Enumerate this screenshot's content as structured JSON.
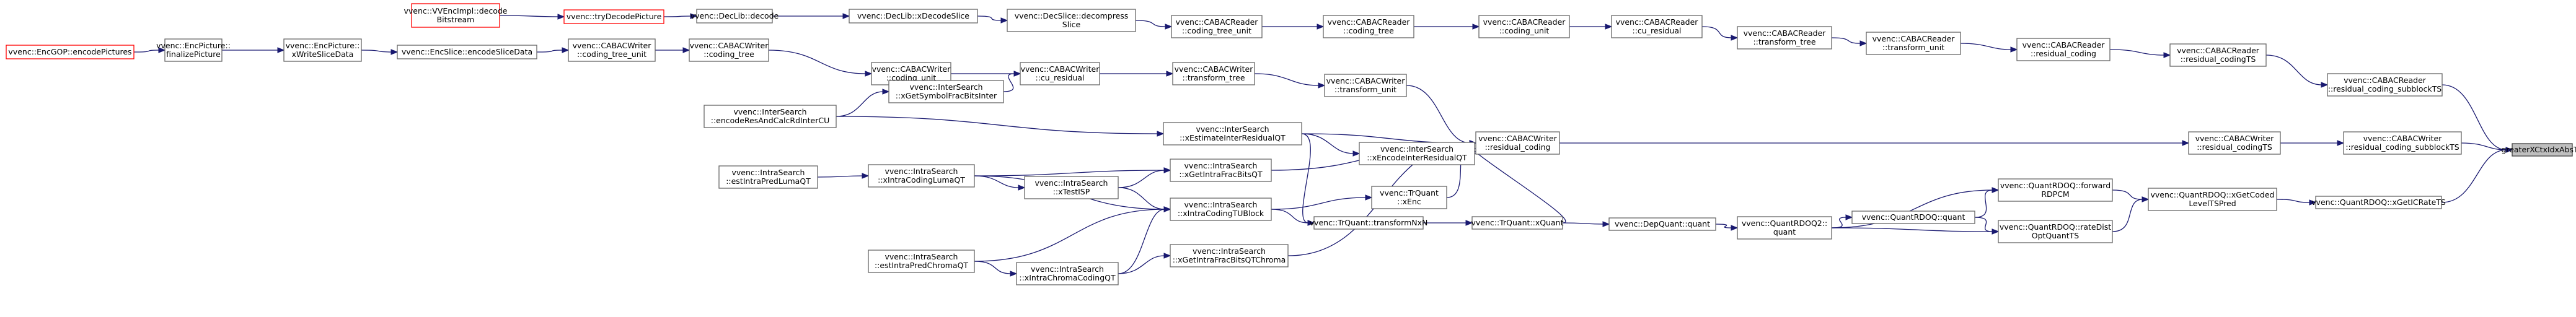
{
  "graph": {
    "nodes": {
      "n1": {
        "lines": [
          "vvenc::EncGOP::encodePictures"
        ],
        "style": "red"
      },
      "n2": {
        "lines": [
          "vvenc::EncPicture::",
          "finalizePicture"
        ],
        "style": "normal"
      },
      "n3": {
        "lines": [
          "vvenc::EncPicture::",
          "xWriteSliceData"
        ],
        "style": "normal"
      },
      "n4": {
        "lines": [
          "vvenc::EncSlice::encodeSliceData"
        ],
        "style": "normal"
      },
      "n5": {
        "lines": [
          "vvenc::CABACWriter",
          "::coding_tree_unit"
        ],
        "style": "normal"
      },
      "n6": {
        "lines": [
          "vvenc::CABACWriter",
          "::coding_tree"
        ],
        "style": "normal"
      },
      "n7": {
        "lines": [
          "vvenc::CABACWriter",
          "::coding_unit"
        ],
        "style": "normal"
      },
      "n8": {
        "lines": [
          "vvenc::CABACWriter",
          "::cu_residual"
        ],
        "style": "normal"
      },
      "n9": {
        "lines": [
          "vvenc::CABACWriter",
          "::transform_tree"
        ],
        "style": "normal"
      },
      "n10": {
        "lines": [
          "vvenc::CABACWriter",
          "::transform_unit"
        ],
        "style": "normal"
      },
      "n11": {
        "lines": [
          "vvenc::CABACWriter",
          "::residual_coding"
        ],
        "style": "normal"
      },
      "n12": {
        "lines": [
          "vvenc::CABACWriter",
          "::residual_codingTS"
        ],
        "style": "normal"
      },
      "n13": {
        "lines": [
          "vvenc::CABACWriter",
          "::residual_coding_subblockTS"
        ],
        "style": "normal"
      },
      "n14": {
        "lines": [
          "greaterXCtxIdxAbsTS"
        ],
        "style": "focus"
      },
      "n15": {
        "lines": [
          "vvenc::VVEncImpl::decode",
          "Bitstream"
        ],
        "style": "red"
      },
      "n16": {
        "lines": [
          "vvenc::tryDecodePicture"
        ],
        "style": "red"
      },
      "n17": {
        "lines": [
          "vvenc::DecLib::decode"
        ],
        "style": "normal"
      },
      "n18": {
        "lines": [
          "vvenc::DecLib::xDecodeSlice"
        ],
        "style": "normal"
      },
      "n19": {
        "lines": [
          "vvenc::DecSlice::decompress",
          "Slice"
        ],
        "style": "normal"
      },
      "n20": {
        "lines": [
          "vvenc::CABACReader",
          "::coding_tree_unit"
        ],
        "style": "normal"
      },
      "n21": {
        "lines": [
          "vvenc::CABACReader",
          "::coding_tree"
        ],
        "style": "normal"
      },
      "n22": {
        "lines": [
          "vvenc::CABACReader",
          "::coding_unit"
        ],
        "style": "normal"
      },
      "n23": {
        "lines": [
          "vvenc::CABACReader",
          "::cu_residual"
        ],
        "style": "normal"
      },
      "n24": {
        "lines": [
          "vvenc::CABACReader",
          "::transform_tree"
        ],
        "style": "normal"
      },
      "n25": {
        "lines": [
          "vvenc::CABACReader",
          "::transform_unit"
        ],
        "style": "normal"
      },
      "n26": {
        "lines": [
          "vvenc::CABACReader",
          "::residual_coding"
        ],
        "style": "normal"
      },
      "n27": {
        "lines": [
          "vvenc::CABACReader",
          "::residual_codingTS"
        ],
        "style": "normal"
      },
      "n28": {
        "lines": [
          "vvenc::CABACReader",
          "::residual_coding_subblockTS"
        ],
        "style": "normal"
      },
      "n29": {
        "lines": [
          "vvenc::InterSearch",
          "::xGetSymbolFracBitsInter"
        ],
        "style": "normal"
      },
      "n30": {
        "lines": [
          "vvenc::InterSearch",
          "::encodeResAndCalcRdInterCU"
        ],
        "style": "normal"
      },
      "n31": {
        "lines": [
          "vvenc::InterSearch",
          "::xEstimateInterResidualQT"
        ],
        "style": "normal"
      },
      "n32": {
        "lines": [
          "vvenc::InterSearch",
          "::xEncodeInterResidualQT"
        ],
        "style": "normal"
      },
      "n33": {
        "lines": [
          "vvenc::IntraSearch",
          "::estIntraPredLumaQT"
        ],
        "style": "normal"
      },
      "n34": {
        "lines": [
          "vvenc::IntraSearch",
          "::xIntraCodingLumaQT"
        ],
        "style": "normal"
      },
      "n35": {
        "lines": [
          "vvenc::IntraSearch",
          "::xTestISP"
        ],
        "style": "normal"
      },
      "n36": {
        "lines": [
          "vvenc::IntraSearch",
          "::xGetIntraFracBitsQT"
        ],
        "style": "normal"
      },
      "n37": {
        "lines": [
          "vvenc::IntraSearch",
          "::xIntraCodingTUBlock"
        ],
        "style": "normal"
      },
      "n38": {
        "lines": [
          "vvenc::IntraSearch",
          "::estIntraPredChromaQT"
        ],
        "style": "normal"
      },
      "n39": {
        "lines": [
          "vvenc::IntraSearch",
          "::xIntraChromaCodingQT"
        ],
        "style": "normal"
      },
      "n40": {
        "lines": [
          "vvenc::IntraSearch",
          "::xGetIntraFracBitsQTChroma"
        ],
        "style": "normal"
      },
      "n41": {
        "lines": [
          "vvenc::TrQuant",
          "::xEnc"
        ],
        "style": "normal"
      },
      "n42": {
        "lines": [
          "vvenc::TrQuant::transformNxN"
        ],
        "style": "normal"
      },
      "n43": {
        "lines": [
          "vvenc::TrQuant::xQuant"
        ],
        "style": "normal"
      },
      "n44": {
        "lines": [
          "vvenc::DepQuant::quant"
        ],
        "style": "normal"
      },
      "n45": {
        "lines": [
          "vvenc::QuantRDOQ2::",
          "quant"
        ],
        "style": "normal"
      },
      "n46": {
        "lines": [
          "vvenc::QuantRDOQ::forward",
          "RDPCM"
        ],
        "style": "normal"
      },
      "n47": {
        "lines": [
          "vvenc::QuantRDOQ::quant"
        ],
        "style": "normal"
      },
      "n48": {
        "lines": [
          "vvenc::QuantRDOQ::rateDist",
          "OptQuantTS"
        ],
        "style": "normal"
      },
      "n49": {
        "lines": [
          "vvenc::QuantRDOQ::xGetCoded",
          "LevelTSPred"
        ],
        "style": "normal"
      },
      "n50": {
        "lines": [
          "vvenc::QuantRDOQ::xGetICRateTS"
        ],
        "style": "normal"
      }
    }
  }
}
